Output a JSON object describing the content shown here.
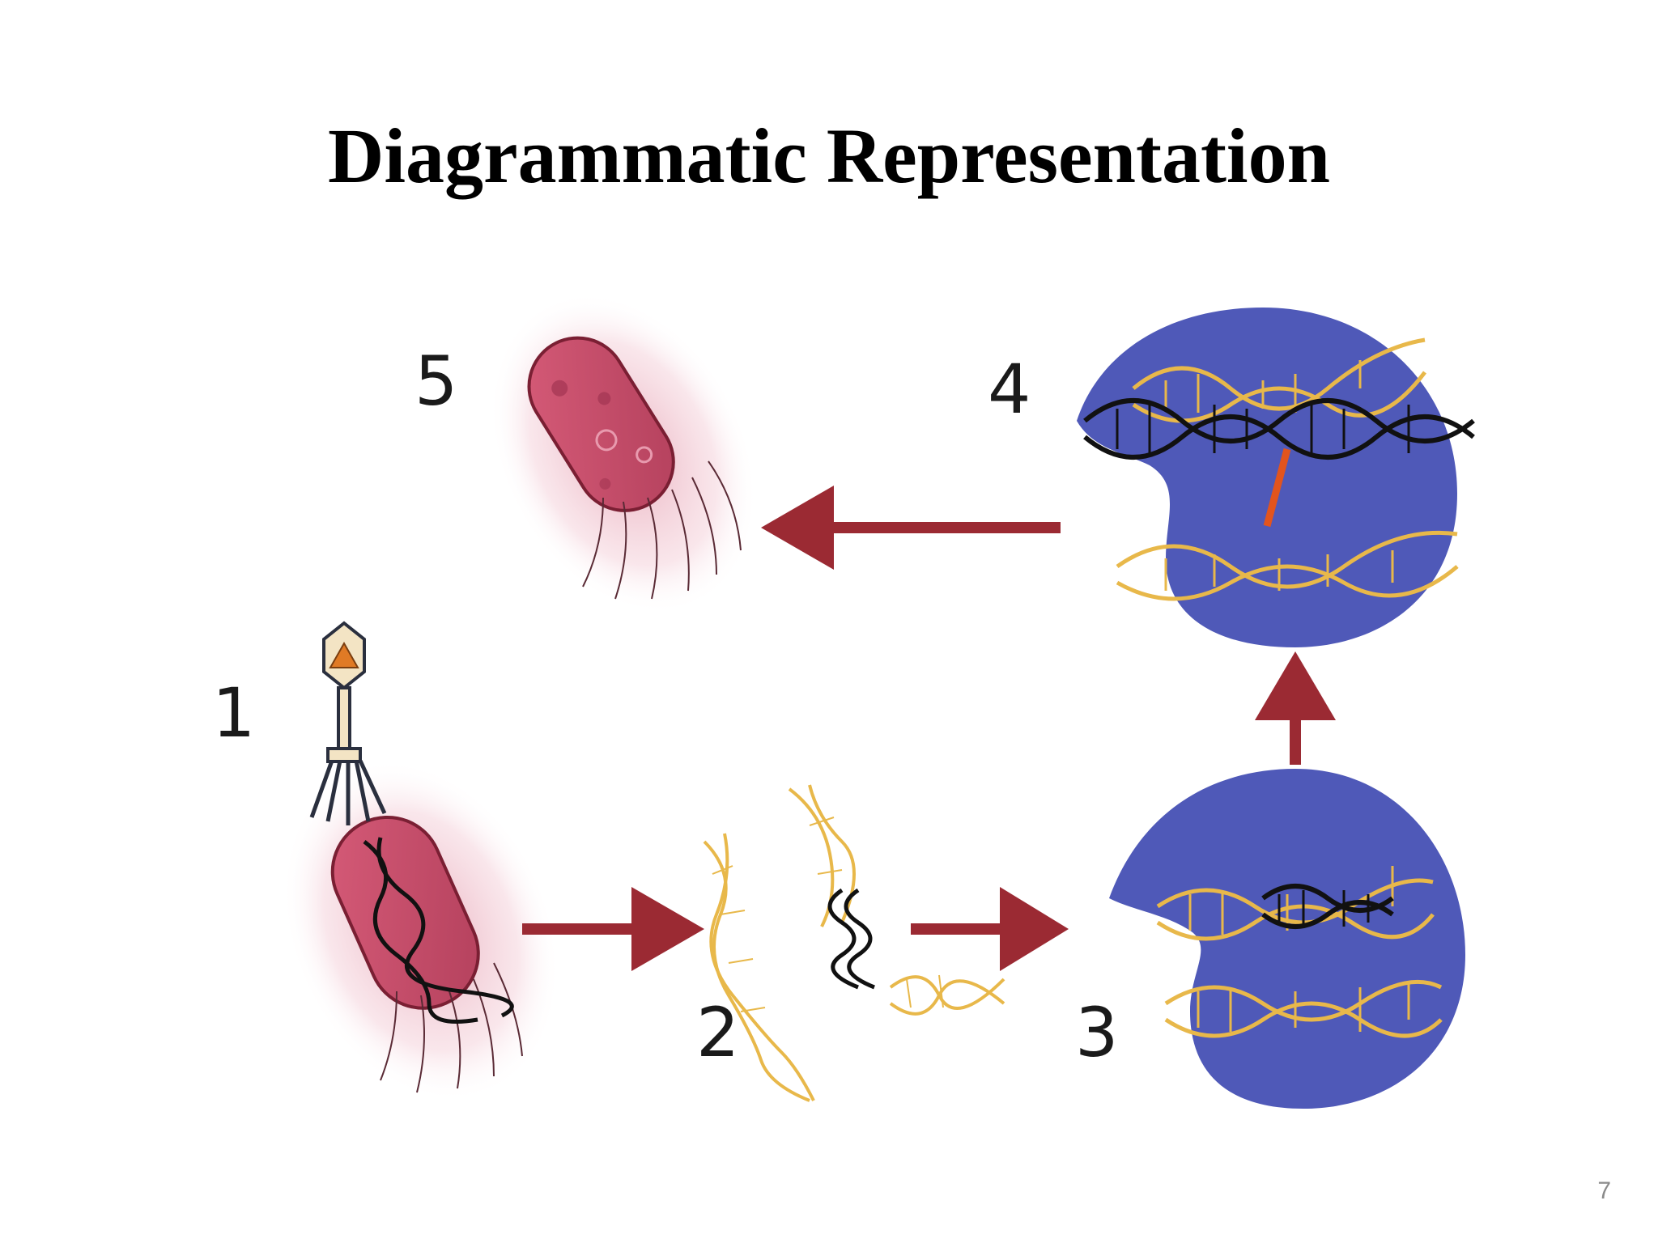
{
  "slide": {
    "title": "Diagrammatic Representation",
    "page_number": "7"
  },
  "steps": [
    {
      "number": "1",
      "icon": "bacteriophage-infecting-bacterium-icon"
    },
    {
      "number": "2",
      "icon": "crispr-rna-fragments-icon"
    },
    {
      "number": "3",
      "icon": "cas-enzyme-complex-icon"
    },
    {
      "number": "4",
      "icon": "cas-enzyme-cleaving-dna-icon"
    },
    {
      "number": "5",
      "icon": "healthy-bacterium-icon"
    }
  ],
  "colors": {
    "arrow": "#9b2a33",
    "enzyme": "#4f59b8",
    "bacterium": "#c44a66",
    "rna_strand": "#e8b84a",
    "dna_strand": "#111111",
    "cut_mark": "#e2541d"
  }
}
